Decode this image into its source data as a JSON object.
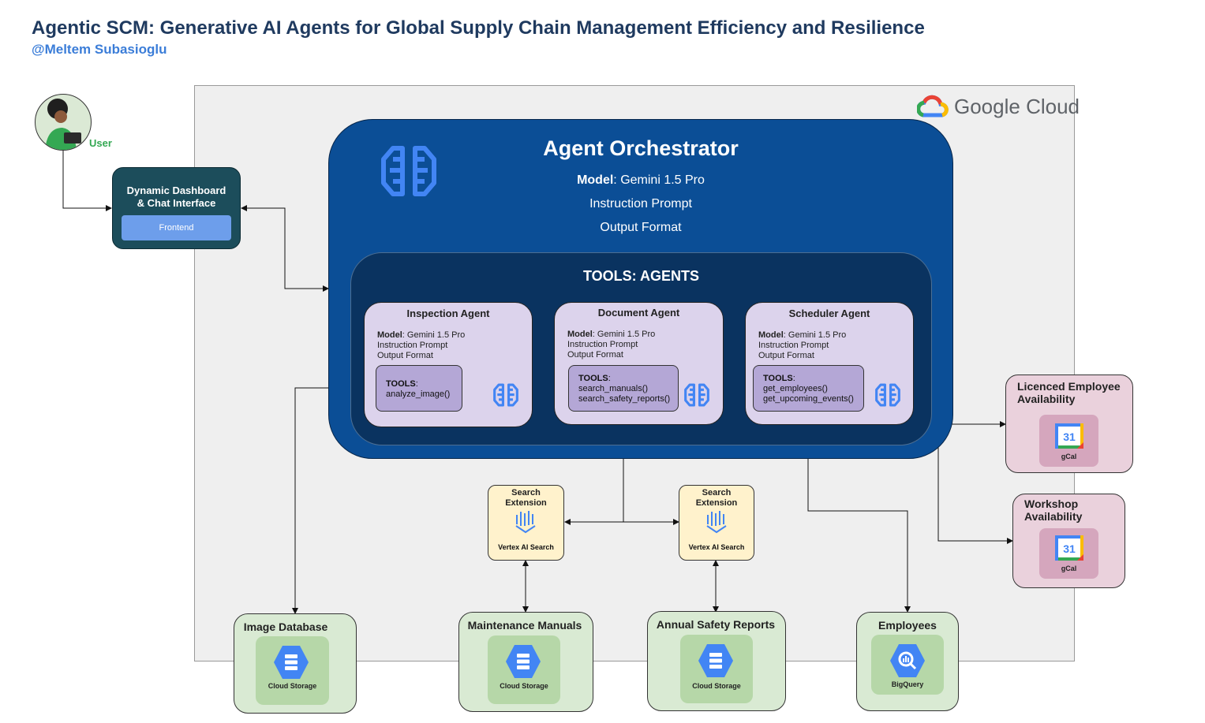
{
  "header": {
    "title": "Agentic SCM: Generative AI Agents for Global Supply Chain Management Efficiency and Resilience",
    "author": "@Meltem Subasioglu"
  },
  "cloud": {
    "label": "Google Cloud"
  },
  "user": {
    "label": "User"
  },
  "dashboard": {
    "title_line1": "Dynamic Dashboard",
    "title_line2": "& Chat Interface",
    "frontend": "Frontend"
  },
  "orchestrator": {
    "title": "Agent Orchestrator",
    "model_label": "Model",
    "model_value": ": Gemini 1.5 Pro",
    "instruction": "Instruction Prompt",
    "output": "Output Format"
  },
  "tools_agents": {
    "title": "TOOLS: AGENTS"
  },
  "agents": [
    {
      "title": "Inspection Agent",
      "model_label": "Model",
      "model_value": ": Gemini 1.5 Pro",
      "instruction": "Instruction Prompt",
      "output": "Output Format",
      "tools_label": "TOOLS",
      "tools_colon": ":",
      "tools": [
        "analyze_image()"
      ]
    },
    {
      "title": "Document Agent",
      "model_label": "Model",
      "model_value": ": Gemini 1.5 Pro",
      "instruction": "Instruction Prompt",
      "output": "Output Format",
      "tools_label": "TOOLS",
      "tools_colon": ":",
      "tools": [
        "search_manuals()",
        "search_safety_reports()"
      ]
    },
    {
      "title": "Scheduler Agent",
      "model_label": "Model",
      "model_value": ": Gemini 1.5 Pro",
      "instruction": "Instruction Prompt",
      "output": "Output Format",
      "tools_label": "TOOLS",
      "tools_colon": ":",
      "tools": [
        "get_employees()",
        "get_upcoming_events()"
      ]
    }
  ],
  "extensions": [
    {
      "line1": "Search",
      "line2": "Extension",
      "product": "Vertex AI Search",
      "icon": "vertex-ai-search-icon"
    },
    {
      "line1": "Search",
      "line2": "Extension",
      "product": "Vertex AI Search",
      "icon": "vertex-ai-search-icon"
    }
  ],
  "storage": [
    {
      "title": "Image Database",
      "product": "Cloud Storage",
      "icon": "cloud-storage-icon"
    },
    {
      "title": "Maintenance Manuals",
      "product": "Cloud Storage",
      "icon": "cloud-storage-icon"
    },
    {
      "title": "Annual Safety Reports",
      "product": "Cloud Storage",
      "icon": "cloud-storage-icon"
    },
    {
      "title": "Employees",
      "product": "BigQuery",
      "icon": "bigquery-icon"
    }
  ],
  "calendars": [
    {
      "title_line1": "Licenced Employee",
      "title_line2": "Availability",
      "product": "gCal",
      "day": "31",
      "icon": "google-calendar-icon"
    },
    {
      "title_line1": "Workshop",
      "title_line2": "Availability",
      "product": "gCal",
      "day": "31",
      "icon": "google-calendar-icon"
    }
  ],
  "colors": {
    "orchestrator": "#0b4e96",
    "tools_box": "#0a3360",
    "agent": "#dcd3ec",
    "agent_tools": "#b4a7d6",
    "extension": "#fff2cc",
    "storage": "#d9ead3",
    "calendar": "#ead1dc",
    "title": "#1f3a5f",
    "author": "#3b7dd8",
    "gemini_blue": "#4285f4"
  }
}
